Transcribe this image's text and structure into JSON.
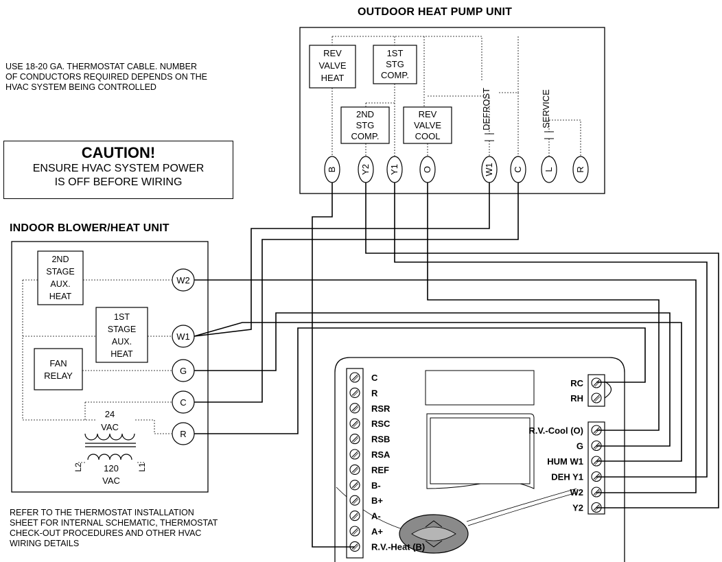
{
  "notes": {
    "cable": [
      "USE 18-20 GA. THERMOSTAT  CABLE. NUMBER",
      "OF CONDUCTORS REQUIRED DEPENDS ON THE",
      "HVAC SYSTEM BEING CONTROLLED"
    ],
    "refer": [
      "REFER TO THE THERMOSTAT  INSTALLATION",
      "SHEET FOR INTERNAL SCHEMATIC, THERMOSTAT",
      "CHECK-OUT PROCEDURES AND OTHER HVAC",
      "WIRING DETAILS"
    ]
  },
  "caution": {
    "heading": "CAUTION!",
    "line1": "ENSURE HVAC SYSTEM POWER",
    "line2": "IS OFF BEFORE WIRING"
  },
  "outdoor": {
    "title": "OUTDOOR HEAT PUMP UNIT",
    "boxes": [
      {
        "id": "rev-valve-heat",
        "lines": [
          "REV",
          "VALVE",
          "HEAT"
        ]
      },
      {
        "id": "1st-stg-comp",
        "lines": [
          "1ST",
          "STG",
          "COMP."
        ]
      },
      {
        "id": "2nd-stg-comp",
        "lines": [
          "2ND",
          "STG",
          "COMP."
        ]
      },
      {
        "id": "rev-valve-cool",
        "lines": [
          "REV",
          "VALVE",
          "COOL"
        ]
      }
    ],
    "vertical_labels": {
      "defrost": "DEFROST",
      "service": "SERVICE"
    },
    "terminals": [
      "B",
      "Y2",
      "Y1",
      "O",
      "W1",
      "C",
      "L",
      "R"
    ]
  },
  "indoor": {
    "title": "INDOOR  BLOWER/HEAT UNIT",
    "boxes": [
      {
        "id": "2nd-stage-aux-heat",
        "lines": [
          "2ND",
          "STAGE",
          "AUX.",
          "HEAT"
        ]
      },
      {
        "id": "1st-stage-aux-heat",
        "lines": [
          "1ST",
          "STAGE",
          "AUX.",
          "HEAT"
        ]
      },
      {
        "id": "fan-relay",
        "lines": [
          "FAN",
          "RELAY"
        ]
      }
    ],
    "terminals": [
      "W2",
      "W1",
      "G",
      "C",
      "R"
    ],
    "transformer": {
      "secondary": [
        "24",
        "VAC"
      ],
      "primary": [
        "120",
        "VAC"
      ],
      "l1": "L1",
      "l2": "L2"
    }
  },
  "thermostat": {
    "left_terminals": [
      "C",
      "R",
      "RSR",
      "RSC",
      "RSB",
      "RSA",
      "REF",
      "B-",
      "B+",
      "A-",
      "A+",
      "R.V.-Heat (B)"
    ],
    "top_right_terminals": [
      "RC",
      "RH"
    ],
    "right_terminals": [
      "R.V.-Cool (O)",
      "G",
      "HUM W1",
      "DEH Y1",
      "W2",
      "Y2"
    ]
  }
}
